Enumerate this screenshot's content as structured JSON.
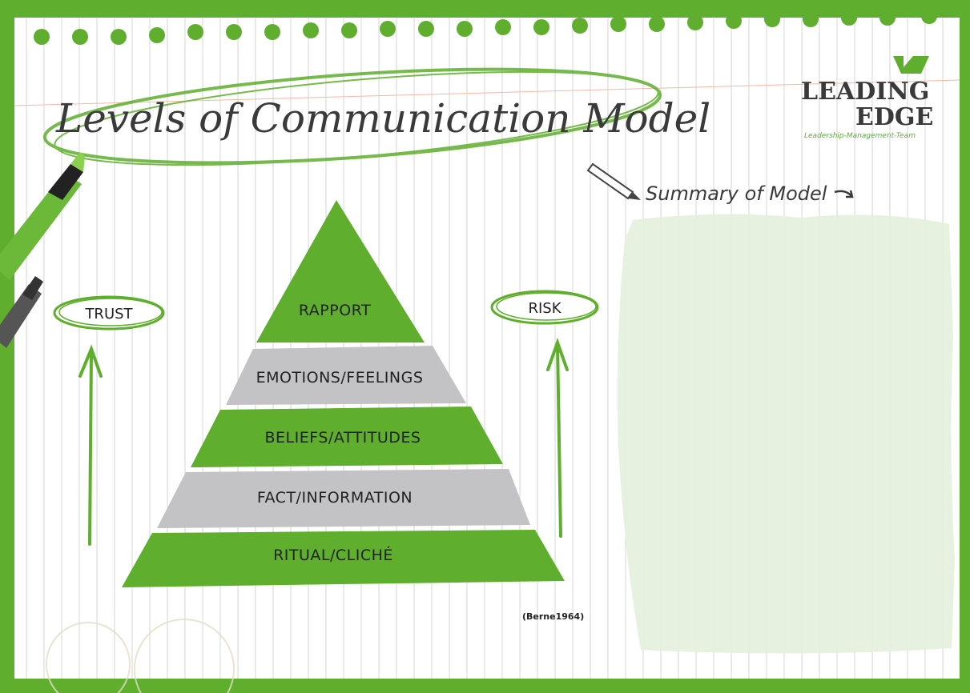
{
  "title": "Levels of Communication Model",
  "logo": {
    "line1": "LEADING",
    "line2": "EDGE",
    "tagline": "Leadership-Management-Team"
  },
  "summary_label": "Summary of Model",
  "left_label": "TRUST",
  "right_label": "RISK",
  "levels": [
    "RAPPORT",
    "EMOTIONS/FEELINGS",
    "BELIEFS/ATTITUDES",
    "FACT/INFORMATION",
    "RITUAL/CLICHÉ"
  ],
  "citation": "(Berne1964)",
  "colors": {
    "green": "#5fae2e",
    "grey": "#c3c3c5",
    "paper": "#ffffff",
    "ink": "#3a3a3a",
    "summary_fill": "#e6f0dd"
  }
}
